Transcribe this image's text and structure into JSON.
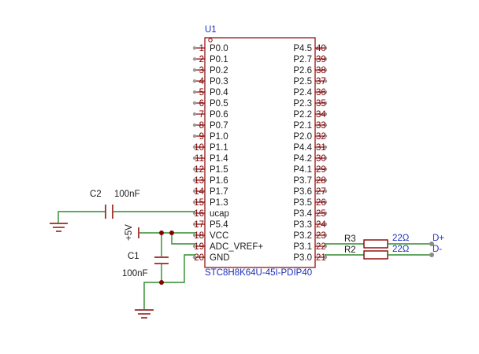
{
  "ic": {
    "ref": "U1",
    "part": "STC8H8K64U-45I-PDIP40",
    "left_pins": [
      {
        "num": "1",
        "name": "P0.0"
      },
      {
        "num": "2",
        "name": "P0.1"
      },
      {
        "num": "3",
        "name": "P0.2"
      },
      {
        "num": "4",
        "name": "P0.3"
      },
      {
        "num": "5",
        "name": "P0.4"
      },
      {
        "num": "6",
        "name": "P0.5"
      },
      {
        "num": "7",
        "name": "P0.6"
      },
      {
        "num": "8",
        "name": "P0.7"
      },
      {
        "num": "9",
        "name": "P1.0"
      },
      {
        "num": "10",
        "name": "P1.1"
      },
      {
        "num": "11",
        "name": "P1.4"
      },
      {
        "num": "12",
        "name": "P1.5"
      },
      {
        "num": "13",
        "name": "P1.6"
      },
      {
        "num": "14",
        "name": "P1.7"
      },
      {
        "num": "15",
        "name": "P1.3"
      },
      {
        "num": "16",
        "name": "ucap"
      },
      {
        "num": "17",
        "name": "P5.4"
      },
      {
        "num": "18",
        "name": "VCC"
      },
      {
        "num": "19",
        "name": "ADC_VREF+"
      },
      {
        "num": "20",
        "name": "GND"
      }
    ],
    "right_pins": [
      {
        "num": "40",
        "name": "P4.5"
      },
      {
        "num": "39",
        "name": "P2.7"
      },
      {
        "num": "38",
        "name": "P2.6"
      },
      {
        "num": "37",
        "name": "P2.5"
      },
      {
        "num": "36",
        "name": "P2.4"
      },
      {
        "num": "35",
        "name": "P2.3"
      },
      {
        "num": "34",
        "name": "P2.2"
      },
      {
        "num": "33",
        "name": "P2.1"
      },
      {
        "num": "32",
        "name": "P2.0"
      },
      {
        "num": "31",
        "name": "P4.4"
      },
      {
        "num": "30",
        "name": "P4.2"
      },
      {
        "num": "29",
        "name": "P4.1"
      },
      {
        "num": "28",
        "name": "P3.7"
      },
      {
        "num": "27",
        "name": "P3.6"
      },
      {
        "num": "26",
        "name": "P3.5"
      },
      {
        "num": "25",
        "name": "P3.4"
      },
      {
        "num": "24",
        "name": "P3.3"
      },
      {
        "num": "23",
        "name": "P3.2"
      },
      {
        "num": "22",
        "name": "P3.1"
      },
      {
        "num": "21",
        "name": "P3.0"
      }
    ]
  },
  "components": {
    "c2": {
      "ref": "C2",
      "value": "100nF"
    },
    "c1": {
      "ref": "C1",
      "value": "100nF"
    },
    "r3": {
      "ref": "R3",
      "value": "22Ω"
    },
    "r2": {
      "ref": "R2",
      "value": "22Ω"
    }
  },
  "nets": {
    "power": "+5V",
    "usb_dp": "D+",
    "usb_dm": "D-"
  },
  "colors": {
    "wire": "#2e8b2e",
    "component": "#8b0000",
    "label": "#1b2fbd",
    "text": "#1a1a1a"
  }
}
